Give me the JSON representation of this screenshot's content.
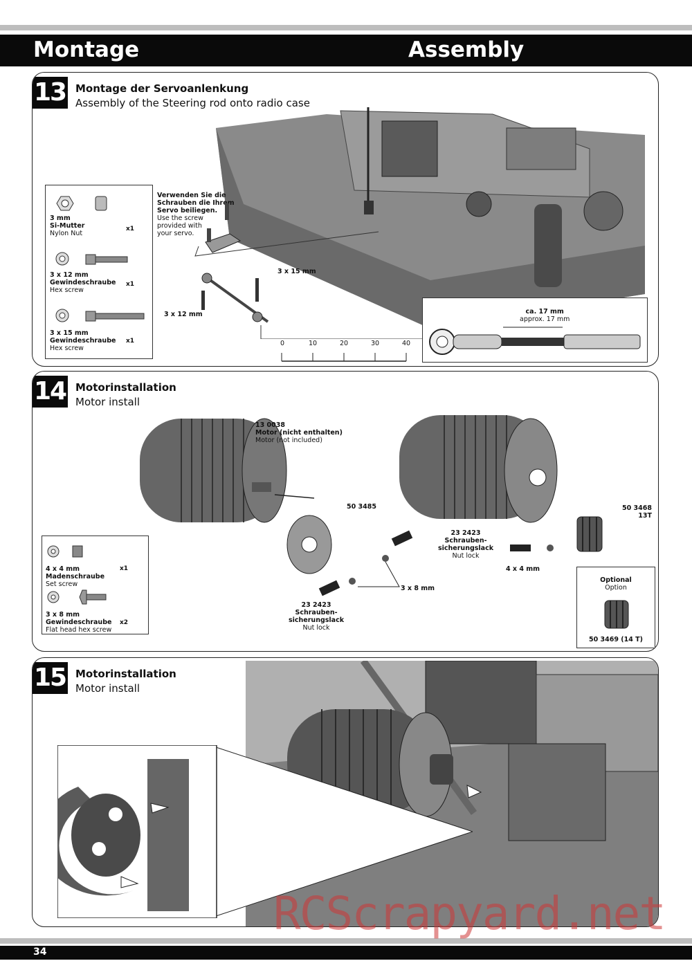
{
  "header": {
    "left_title": "Montage",
    "right_title": "Assembly"
  },
  "step13": {
    "number": "13",
    "title": "Montage der Servoanlenkung",
    "subtitle": "Assembly of the Steering rod onto radio case",
    "parts": [
      {
        "size": "3 mm",
        "name": "Si-Mutter",
        "desc": "Nylon Nut",
        "qty": "x1"
      },
      {
        "size": "3 x 12 mm",
        "name": "Gewindeschraube",
        "desc": "Hex screw",
        "qty": "x1"
      },
      {
        "size": "3 x 15 mm",
        "name": "Gewindeschraube",
        "desc": "Hex screw",
        "qty": "x1"
      }
    ],
    "servo_note": {
      "de_1": "Verwenden Sie die",
      "de_2": "Schrauben die Ihrem",
      "de_3": "Servo beiliegen.",
      "en_1": "Use the screw",
      "en_2": "provided with",
      "en_3": "your servo."
    },
    "label_3x15": "3 x 15 mm",
    "label_3x12": "3 x 12 mm",
    "ruler": [
      "0",
      "10",
      "20",
      "30",
      "40"
    ],
    "rod_length": {
      "de": "ca. 17 mm",
      "en": "approx. 17 mm"
    }
  },
  "step14": {
    "number": "14",
    "title": "Motorinstallation",
    "subtitle": "Motor install",
    "motor": {
      "code": "13 0038",
      "de": "Motor (nicht enthalten)",
      "en": "Motor (not included)"
    },
    "mount_code": "50 3485",
    "locktite_right": {
      "code": "23 2423",
      "de_1": "Schrauben-",
      "de_2": "sicherungslack",
      "en": "Nut lock"
    },
    "locktite_bottom": {
      "code": "23 2423",
      "de_1": "Schrauben-",
      "de_2": "sicherungslack",
      "en": "Nut lock"
    },
    "pinion": {
      "code": "50 3468",
      "teeth": "13T"
    },
    "label_4x4": "4 x 4 mm",
    "label_3x8": "3 x 8 mm",
    "parts": [
      {
        "size": "4 x 4 mm",
        "name": "Madenschraube",
        "desc": "Set screw",
        "qty": "x1"
      },
      {
        "size": "3 x 8 mm",
        "name": "Gewindeschraube",
        "desc": "Flat head hex screw",
        "qty": "x2"
      }
    ],
    "optional": {
      "de": "Optional",
      "en": "Option",
      "code": "50 3469 (14 T)"
    }
  },
  "step15": {
    "number": "15",
    "title": "Motorinstallation",
    "subtitle": "Motor install"
  },
  "footer": {
    "page": "34"
  },
  "watermark": "RCScrapyard.net"
}
